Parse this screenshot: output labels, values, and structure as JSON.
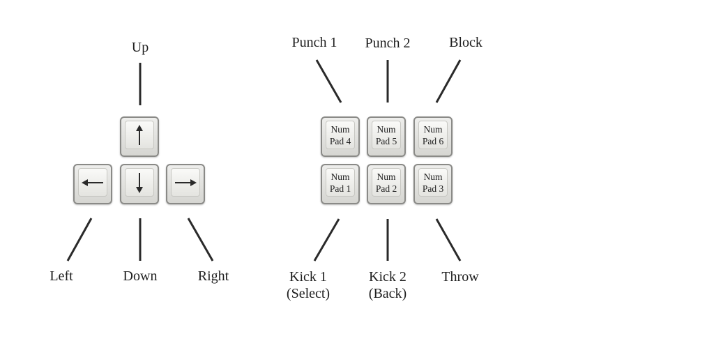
{
  "arrow_cluster": {
    "up_label": "Up",
    "down_label": "Down",
    "left_label": "Left",
    "right_label": "Right",
    "keys": {
      "up": "arrow-up-icon",
      "down": "arrow-down-icon",
      "left": "arrow-left-icon",
      "right": "arrow-right-icon"
    }
  },
  "numpad_cluster": {
    "keys": {
      "k4": {
        "line1": "Num",
        "line2": "Pad 4"
      },
      "k5": {
        "line1": "Num",
        "line2": "Pad 5"
      },
      "k6": {
        "line1": "Num",
        "line2": "Pad 6"
      },
      "k1": {
        "line1": "Num",
        "line2": "Pad 1"
      },
      "k2": {
        "line1": "Num",
        "line2": "Pad 2"
      },
      "k3": {
        "line1": "Num",
        "line2": "Pad 3"
      }
    },
    "labels": {
      "punch1": "Punch 1",
      "punch2": "Punch 2",
      "block": "Block",
      "kick1_line1": "Kick 1",
      "kick1_line2": "(Select)",
      "kick2_line1": "Kick 2",
      "kick2_line2": "(Back)",
      "throw": "Throw"
    }
  },
  "colors": {
    "line": "#2a2a2a",
    "key_border": "#8a8a87",
    "text": "#1e1e1e"
  }
}
